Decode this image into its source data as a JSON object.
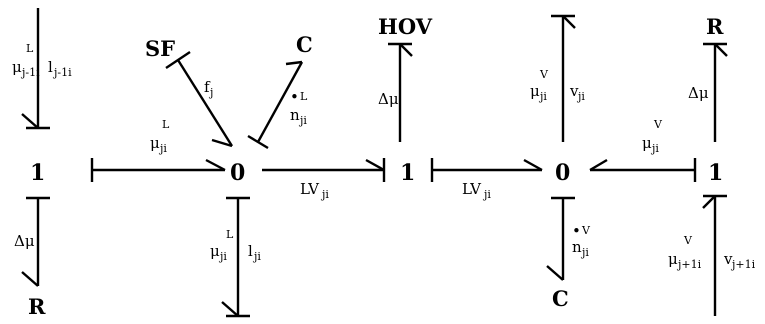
{
  "nodes": {
    "one_left": "1",
    "zero_a": "0",
    "one_mid": "1",
    "zero_b": "0",
    "one_right": "1"
  },
  "elements": {
    "sf": "SF",
    "c_top": "C",
    "hov": "HOV",
    "r_top": "R",
    "r_bottom": "R",
    "c_bottom": "C"
  },
  "labels": {
    "mu": "μ",
    "delta_mu": "Δμ",
    "sup_L": "L",
    "sup_V": "V",
    "sub_j1i": "j-1i",
    "sub_ji": "ji",
    "sub_j1pi": "j+1i",
    "l": "l",
    "v": "v",
    "f": "f",
    "f_sub": "j",
    "n": "n",
    "dot": "•",
    "LV": "LV"
  }
}
